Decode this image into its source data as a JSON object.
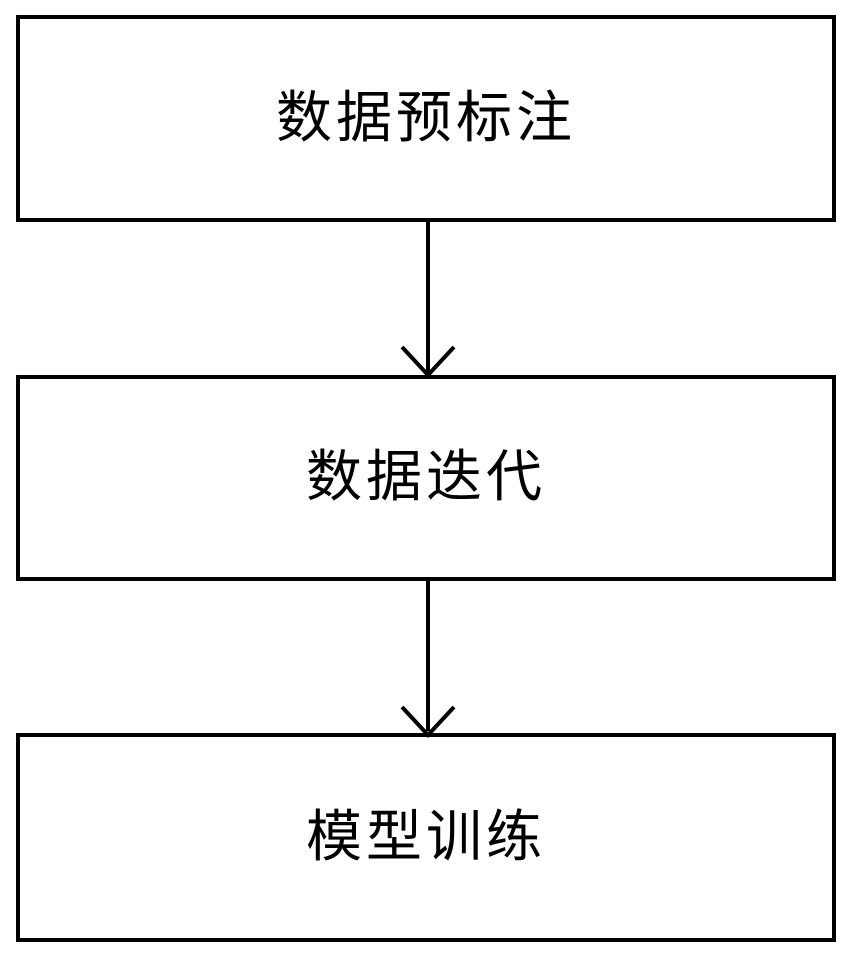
{
  "flowchart": {
    "steps": [
      {
        "label": "数据预标注"
      },
      {
        "label": "数据迭代"
      },
      {
        "label": "模型训练"
      }
    ],
    "colors": {
      "line": "#000000",
      "background": "#ffffff"
    }
  }
}
